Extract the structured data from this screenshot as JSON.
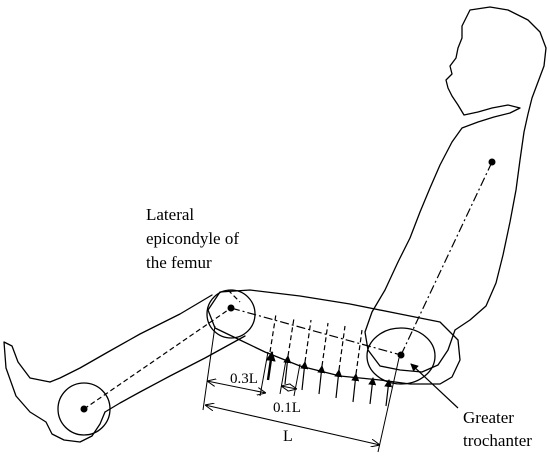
{
  "labels": {
    "lateral_line1": "Lateral",
    "lateral_line2": "epicondyle of",
    "lateral_line3": "the femur",
    "greater_line1": "Greater",
    "greater_line2": "trochanter",
    "dim_03L": "0.3L",
    "dim_01L": "0.1L",
    "dim_L": "L"
  }
}
